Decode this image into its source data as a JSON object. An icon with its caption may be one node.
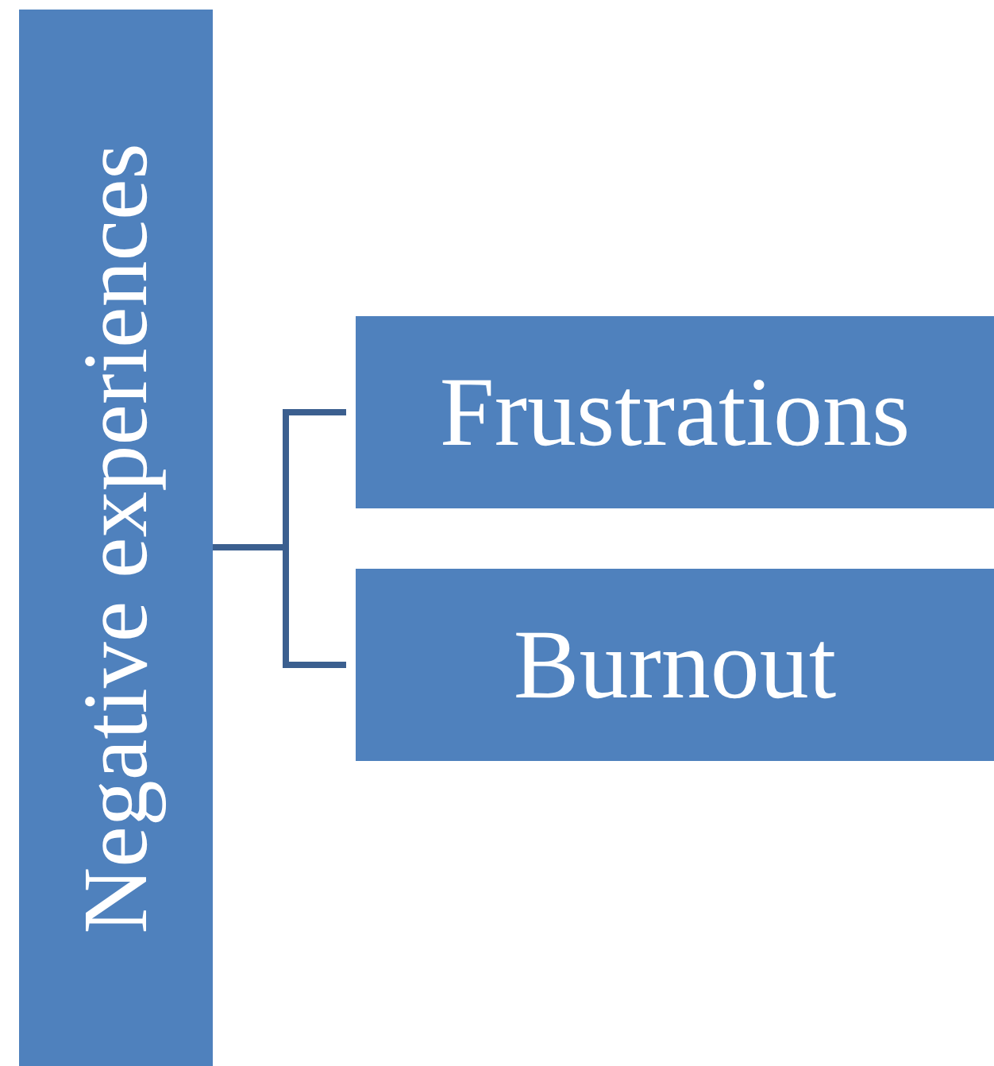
{
  "diagram": {
    "nodes": [
      {
        "text": [
          "Negative experiences"
        ]
      },
      {
        "text": [
          "Frustrations"
        ]
      },
      {
        "text": [
          "Burnout"
        ]
      }
    ],
    "edges": [
      {
        "from": 0,
        "to": 1,
        "arrow": "none"
      },
      {
        "from": 0,
        "to": 2,
        "arrow": "none"
      }
    ]
  }
}
